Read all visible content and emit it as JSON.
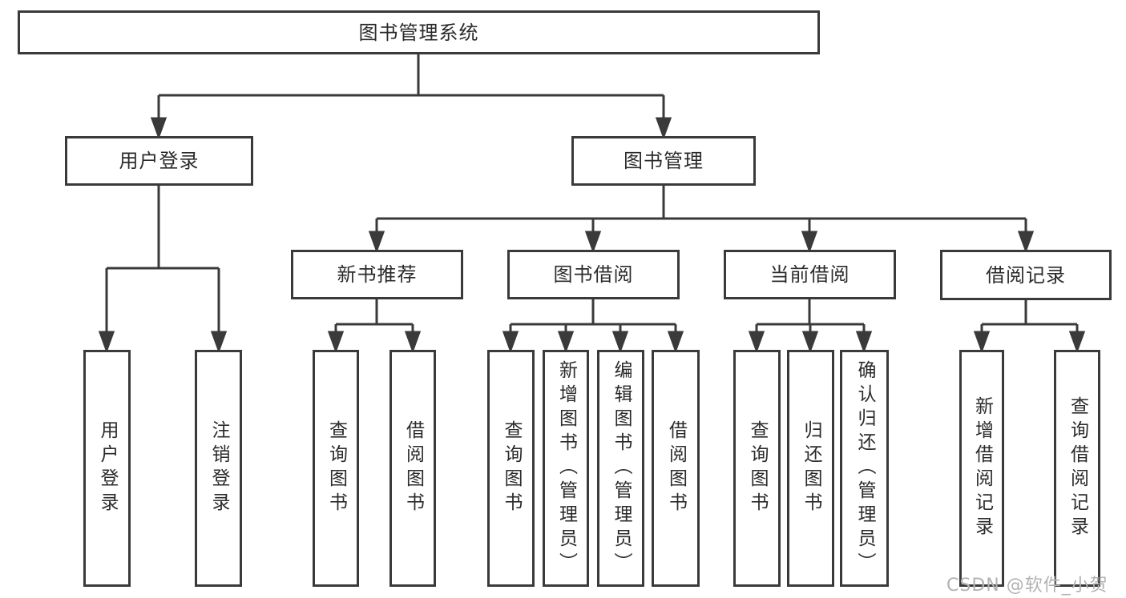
{
  "nodes": {
    "root": "图书管理系统",
    "user_login": "用户登录",
    "book_mgmt": "图书管理",
    "new_book_rec": "新书推荐",
    "book_borrow": "图书借阅",
    "current_borrow": "当前借阅",
    "borrow_record": "借阅记录",
    "ul_login": "用户登录",
    "ul_logout": "注销登录",
    "nb_query_book": "查询图书",
    "nb_borrow_book": "借阅图书",
    "bb_query_book": "查询图书",
    "bb_add_book": "新增图书（管理员）",
    "bb_edit_book": "编辑图书（管理员）",
    "bb_borrow_book": "借阅图书",
    "cb_query_book": "查询图书",
    "cb_return_book": "归还图书",
    "cb_confirm_return": "确认归还（管理员）",
    "br_add_record": "新增借阅记录",
    "br_query_record": "查询借阅记录"
  },
  "tree": {
    "图书管理系统": {
      "用户登录": [
        "用户登录",
        "注销登录"
      ],
      "图书管理": {
        "新书推荐": [
          "查询图书",
          "借阅图书"
        ],
        "图书借阅": [
          "查询图书",
          "新增图书（管理员）",
          "编辑图书（管理员）",
          "借阅图书"
        ],
        "当前借阅": [
          "查询图书",
          "归还图书",
          "确认归还（管理员）"
        ],
        "借阅记录": [
          "新增借阅记录",
          "查询借阅记录"
        ]
      }
    }
  },
  "watermark": "CSDN @软件_小贺同学",
  "colors": {
    "line": "#3a3a3a",
    "box_border": "#3a3a3a",
    "box_fill": "#ffffff",
    "text": "#2b2b2b",
    "watermark": "#b2b2b2"
  }
}
